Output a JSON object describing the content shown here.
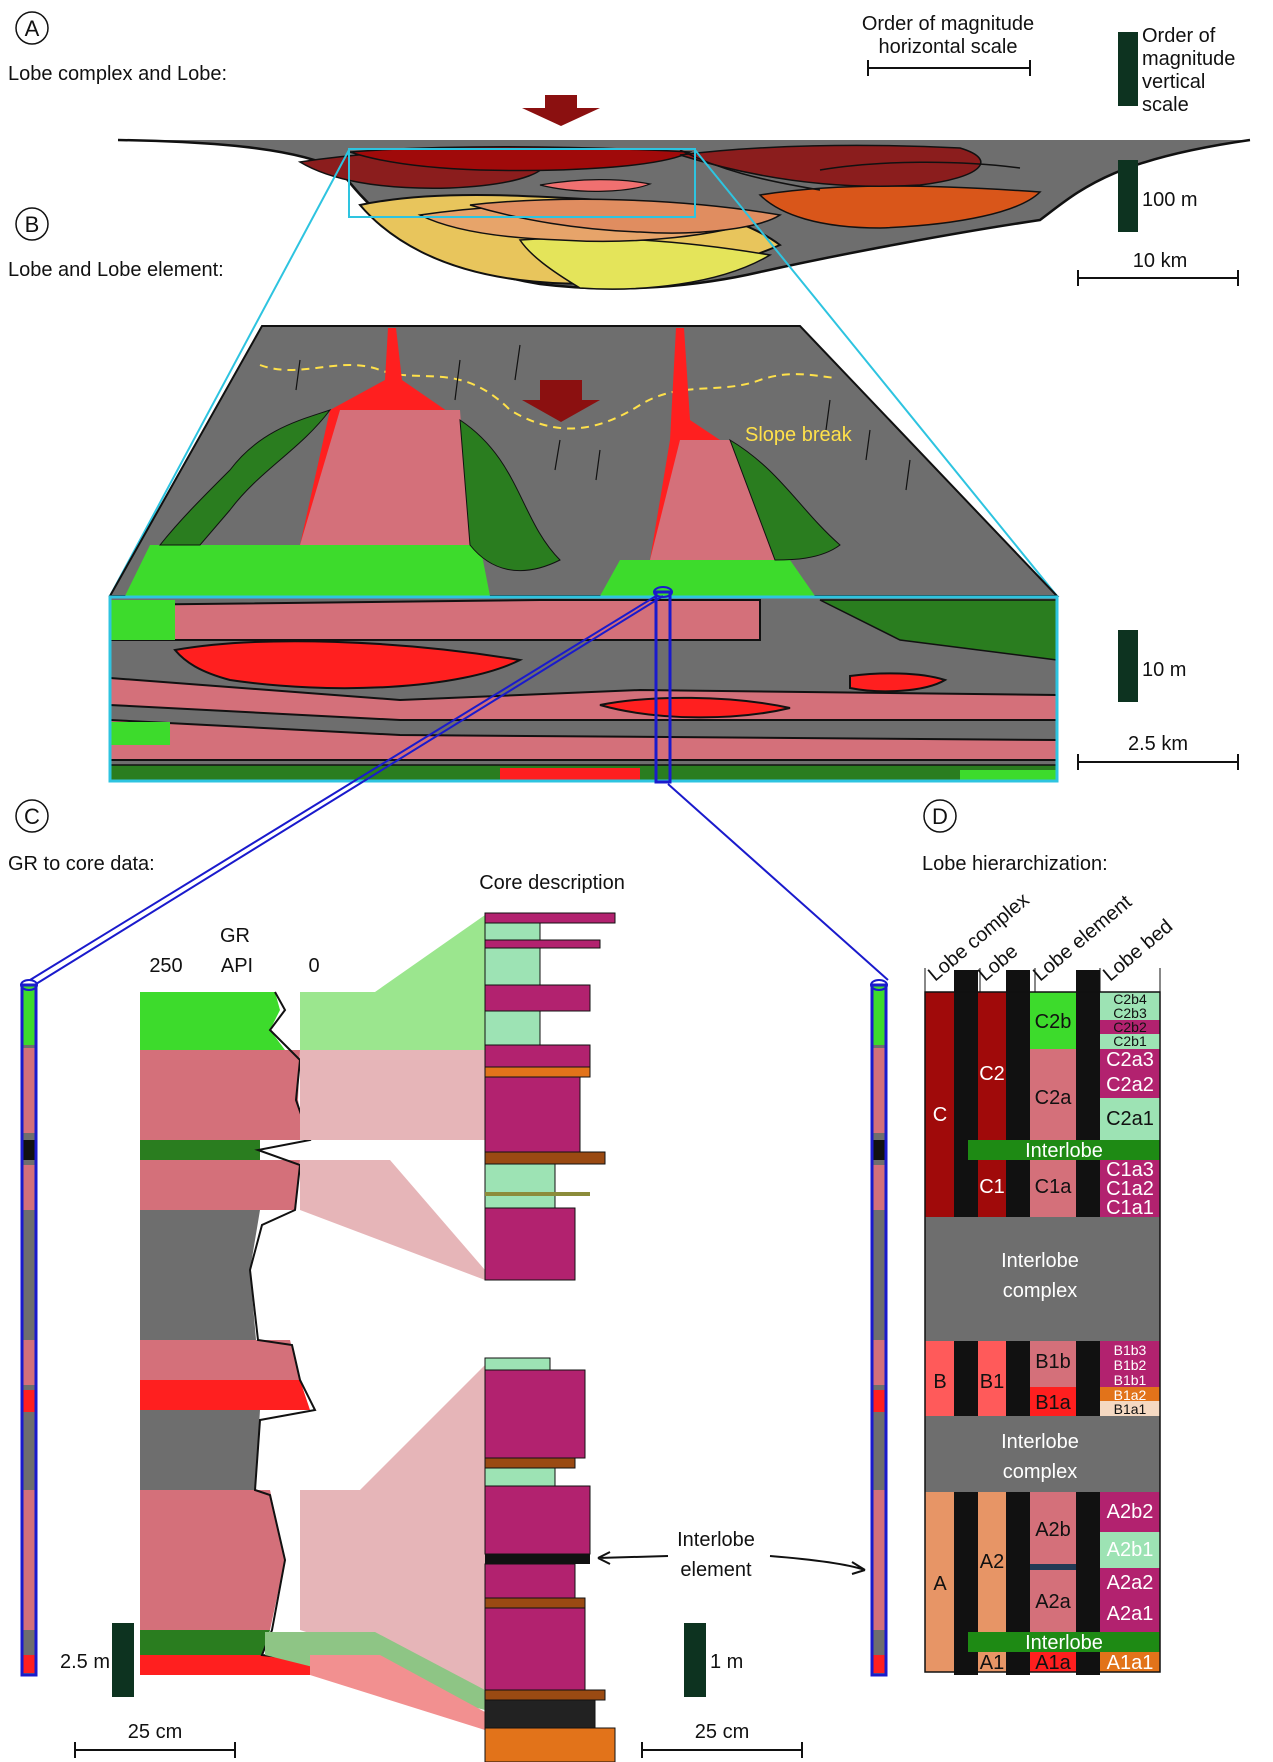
{
  "panels": {
    "a": {
      "letter": "A",
      "title": "Lobe complex and Lobe:"
    },
    "b": {
      "letter": "B",
      "title": "Lobe and Lobe element:"
    },
    "c": {
      "letter": "C",
      "title": "GR to core data:"
    },
    "d": {
      "letter": "D",
      "title": "Lobe hierarchization:"
    }
  },
  "scales": {
    "horizontal_1": "Order of magnitude",
    "horizontal_2": "horizontal scale",
    "vertical_1": "Order of",
    "vertical_2": "magnitude",
    "vertical_3": "vertical",
    "vertical_4": "scale",
    "a_vertical": "100 m",
    "a_horizontal": "10 km",
    "b_vertical": "10 m",
    "b_horizontal": "2.5 km",
    "c_gr_vertical": "2.5 m",
    "c_gr_horizontal": "25 cm",
    "c_core_vertical": "1 m",
    "c_core_horizontal": "25 cm"
  },
  "labels": {
    "slope_break": "Slope break",
    "gr_1": "GR",
    "gr_2": "API",
    "gr_max": "250",
    "gr_min": "0",
    "core_description": "Core description",
    "interlobe_element_1": "Interlobe",
    "interlobe_element_2": "element"
  },
  "hierarchy": {
    "headers": [
      "Lobe complex",
      "Lobe",
      "Lobe element",
      "Lobe bed"
    ],
    "complexes": [
      "C",
      "B",
      "A"
    ],
    "lobes": [
      "C2",
      "C1",
      "B1",
      "A2",
      "A1"
    ],
    "elements": [
      "C2b",
      "C2a",
      "C1a",
      "B1b",
      "B1a",
      "A2b",
      "A2a",
      "A1a"
    ],
    "beds": [
      "C2b4",
      "C2b3",
      "C2b2",
      "C2b1",
      "C2a3",
      "C2a2",
      "C2a1",
      "C1a3",
      "C1a2",
      "C1a1",
      "B1b3",
      "B1b2",
      "B1b1",
      "B1a2",
      "B1a1",
      "A2b2",
      "A2b1",
      "A2a2",
      "A2a1",
      "A1a1"
    ],
    "interlobe": "Interlobe",
    "interlobe_complex_1": "Interlobe",
    "interlobe_complex_2": "complex"
  },
  "colors": {
    "frame": "#2ec4e0",
    "well": "#1a1acc",
    "scale_bar": "#0d3320",
    "arrow": "#8b1010",
    "background_grey": "#6e6e6e",
    "lobe_pink": "#d4707a",
    "lobe_red": "#ff1f1f",
    "fringe_green": "#2a7d1f",
    "bright_green": "#3ddb2c",
    "core_magenta": "#b2226f",
    "core_light_green": "#9de3b4",
    "core_brown": "#9a4a12",
    "core_orange": "#e2731a",
    "complex_c": "#a00a0a",
    "complex_a": "#e79566",
    "slope_break": "#ffe14a"
  }
}
